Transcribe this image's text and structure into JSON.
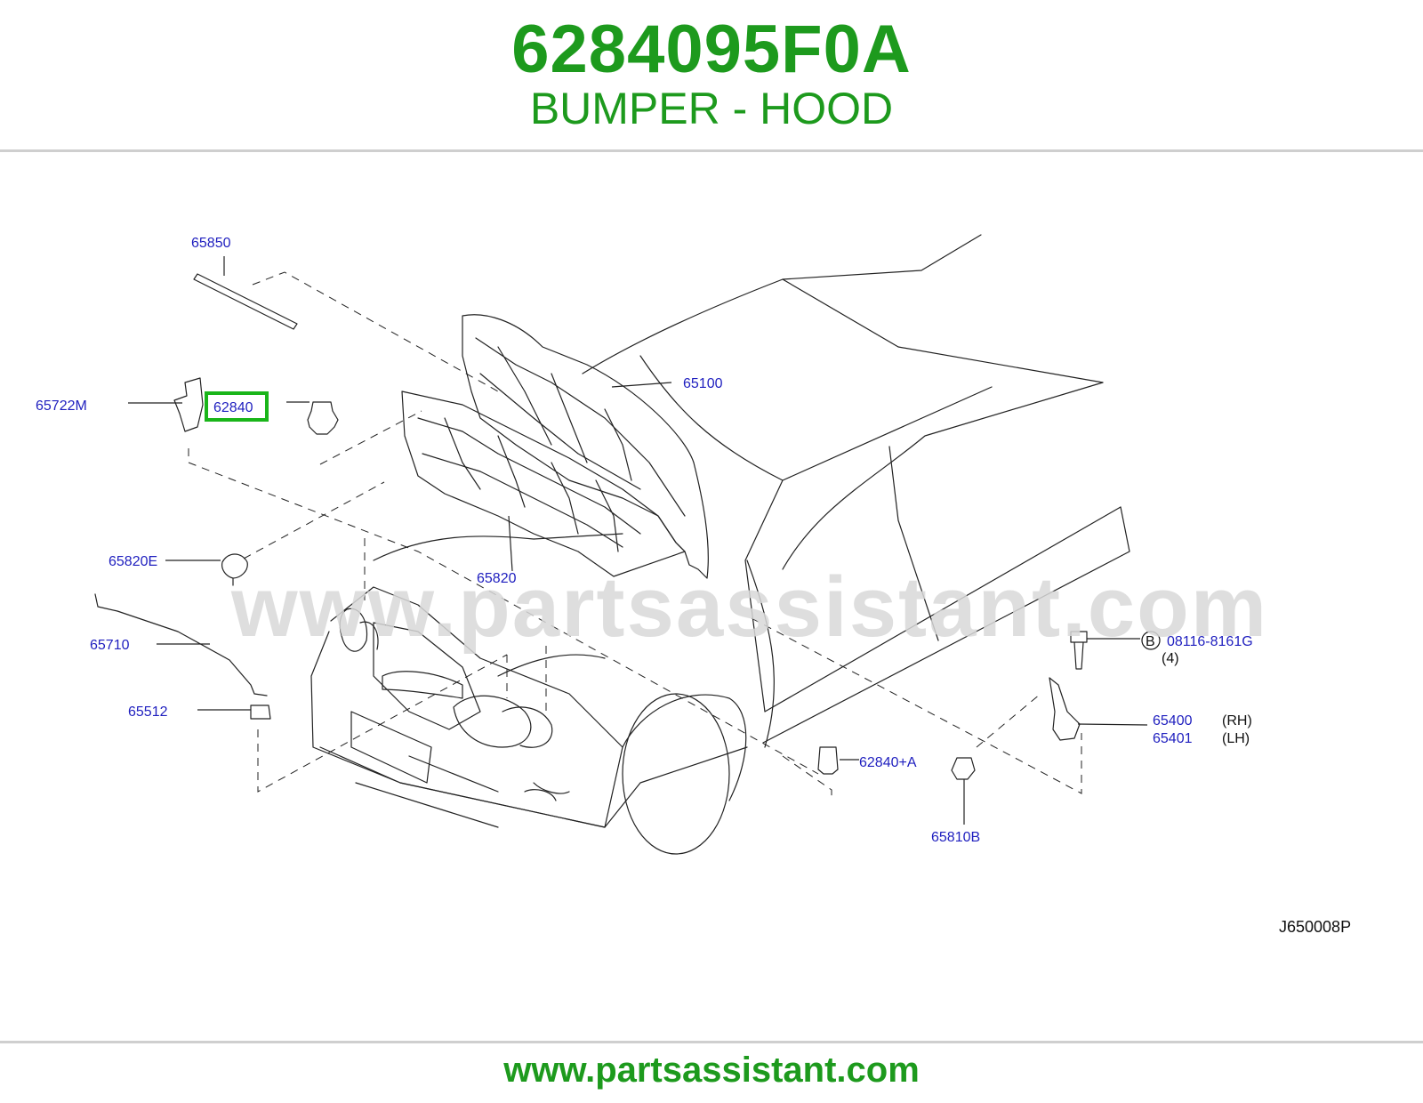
{
  "header": {
    "part_number": "6284095F0A",
    "section_title": "BUMPER - HOOD"
  },
  "watermark": "www.partsassistant.com",
  "footer": {
    "url": "www.partsassistant.com"
  },
  "diagram": {
    "highlighted_part": "62840",
    "callouts": {
      "p65850": "65850",
      "p65722M": "65722M",
      "p62840": "62840",
      "p65100": "65100",
      "p65820E": "65820E",
      "p65820": "65820",
      "p65710": "65710",
      "p65512": "65512",
      "p62840A": "62840+A",
      "p65810B": "65810B",
      "p08116": "08116-8161G",
      "bolt_marker": "B",
      "bolt_qty": "(4)",
      "p65400": "65400",
      "p65401": "65401",
      "rh": "(RH)",
      "lh": "(LH)"
    },
    "diagram_code": "J650008P",
    "colors": {
      "brand": "#1d9a1d",
      "callout": "#1f1fbf",
      "highlight": "#19b519"
    }
  }
}
